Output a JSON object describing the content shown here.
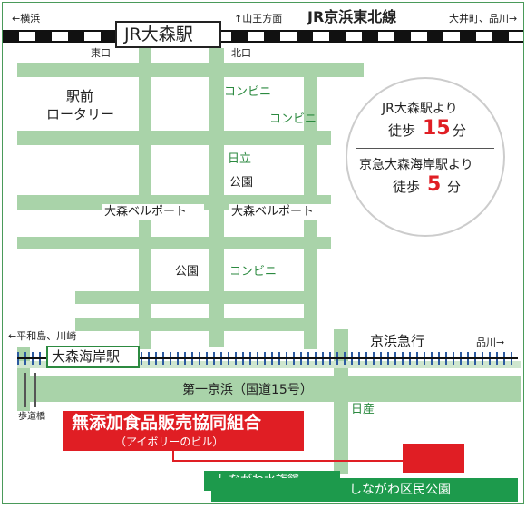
{
  "jr_line": {
    "direction_left": "←横浜",
    "station_name": "JR大森駅",
    "direction_mid": "↑山王方面",
    "line_name": "JR京浜東北線",
    "direction_right": "大井町、品川→",
    "exit_east": "東口",
    "exit_north": "北口"
  },
  "places": {
    "station_plaza": "駅前\nロータリー",
    "convenience_1": "コンビニ",
    "convenience_2": "コンビニ",
    "hitachi": "日立",
    "park_1": "公園",
    "bellport_1": "大森ベルポート",
    "bellport_2": "大森ベルポート",
    "park_2": "公園",
    "convenience_3": "コンビニ",
    "nissan": "日産",
    "pedestrian_bridge": "歩道橋"
  },
  "access_info": {
    "line1_prefix": "JR大森駅より",
    "line2_prefix": "徒歩",
    "jr_minutes": "15",
    "unit": "分",
    "line3_prefix": "京急大森海岸駅より",
    "line4_prefix": "徒歩",
    "keikyu_minutes": "5",
    "unit2": "分"
  },
  "keikyu_line": {
    "direction_left": "←平和島、川崎",
    "station_name": "大森海岸駅",
    "line_name": "京浜急行",
    "direction_right": "品川→"
  },
  "road": {
    "name": "第一京浜（国道15号）"
  },
  "destination": {
    "name": "無添加食品販売協同組合",
    "subtitle": "（アイボリーのビル）"
  },
  "landmarks": {
    "aquarium": "しながわ水族館",
    "park": "しながわ区民公園"
  },
  "colors": {
    "road": "#a9d3a9",
    "park_green": "#1d9a4c",
    "destination_red": "#e01e24",
    "access_red": "#e01e24",
    "station_border": "#2c8a40"
  }
}
